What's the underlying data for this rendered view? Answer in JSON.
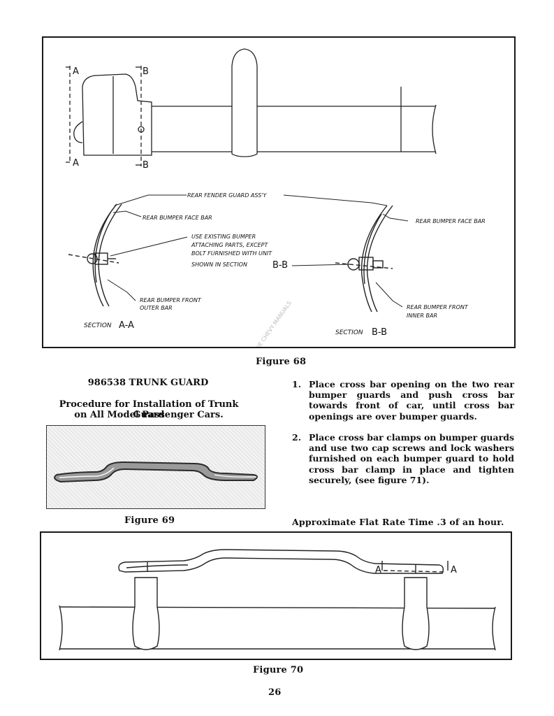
{
  "figure68": {
    "caption": "Figure 68",
    "section_a_label": "SECTION",
    "section_a_letters": "A-A",
    "section_b_label": "SECTION",
    "section_b_letters": "B-B",
    "mark_a": "A",
    "mark_b": "B",
    "callout_fender_guard": "REAR FENDER GUARD ASS'Y",
    "callout_face_bar_left": "REAR BUMPER FACE BAR",
    "callout_face_bar_right": "REAR BUMPER FACE BAR",
    "callout_parts_line1": "USE EXISTING BUMPER",
    "callout_parts_line2": "ATTACHING PARTS, EXCEPT",
    "callout_parts_line3": "BOLT FURNISHED WITH UNIT",
    "callout_parts_line4": "SHOWN IN SECTION",
    "callout_parts_line4_letters": "B-B",
    "callout_outer_line1": "REAR BUMPER FRONT",
    "callout_outer_line2": "OUTER BAR",
    "callout_inner_line1": "REAR BUMPER FRONT",
    "callout_inner_line2": "INNER BAR",
    "watermark": "OLD ONLINE CHEVY MANUALS"
  },
  "left_column": {
    "title": "986538 TRUNK GUARD",
    "procedure_line1": "Procedure for Installation of Trunk Guard",
    "procedure_line2": "on All Model Passenger Cars.",
    "figure69_caption": "Figure 69"
  },
  "steps": [
    {
      "number": "1.",
      "text": "Place cross bar opening on the two rear bumper guards and push cross bar towards front of car, until cross bar openings are over bumper guards."
    },
    {
      "number": "2.",
      "text": "Place cross bar clamps on bumper guards and use two cap screws and lock washers furnished on each bumper guard to hold cross bar clamp in place and tighten securely, (see figure 71)."
    }
  ],
  "flat_rate": "Approximate Flat Rate Time .3 of an hour.",
  "figure70": {
    "caption": "Figure 70",
    "mark_a": "A"
  },
  "page_number": "26"
}
